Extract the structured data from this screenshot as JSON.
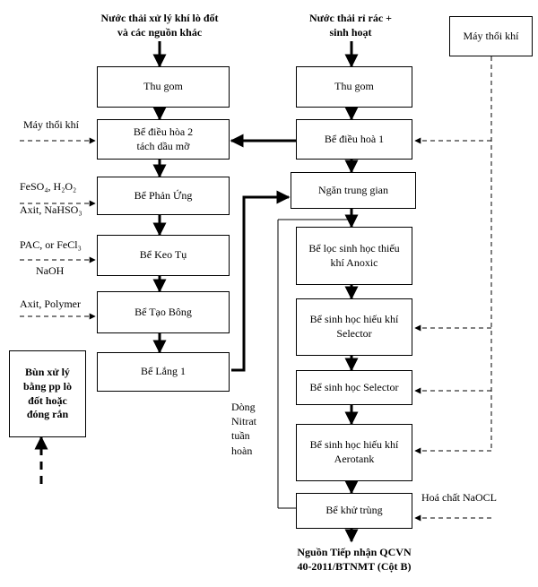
{
  "left_chain": {
    "source": "Nước thải xử lý khí lò đốt\nvà các nguồn khác",
    "thu_gom": "Thu gom",
    "dieu_hoa_2": "Bể điều hòa 2\ntách dầu mỡ",
    "phan_ung": "Bể Phản Ứng",
    "keo_tu": "Bể Keo Tụ",
    "tao_bong": "Bể Tạo Bông",
    "lang_1": "Bể Lắng 1"
  },
  "right_chain": {
    "source": "Nước thải rỉ rác +\nsinh hoạt",
    "thu_gom": "Thu gom",
    "dieu_hoa_1": "Bể điều hoà 1",
    "ngan_trung_gian": "Ngăn trung gian",
    "anoxic": "Bể lọc sinh học thiếu\nkhí Anoxic",
    "selector_hieu_khi": "Bể sinh học hiếu khí\nSelector",
    "selector": "Bể sinh học Selector",
    "aerotank": "Bể sinh học hiếu khí\nAerotank",
    "khu_trung": "Bể khử trùng",
    "discharge": "Nguồn Tiếp nhận QCVN\n40-2011/BTNMT (Cột B)"
  },
  "side_inputs": {
    "blower_right": "Máy thổi khí",
    "blower_left": "Máy thổi khí",
    "chem_reaction_1": "FeSO₄, H₂O₂",
    "chem_reaction_2": "Axit, NaHSO₃",
    "chem_coag_1": "PAC, or FeCl₃",
    "chem_coag_2": "NaOH",
    "chem_floc": "Axit, Polymer",
    "naocl": "Hoá chất NaOCL",
    "nitrate": "Dòng\nNitrat\ntuần\nhoàn"
  },
  "sludge": {
    "text": "Bùn xử lý\nbằng pp lò\nđốt hoặc\nđóng rắn"
  }
}
